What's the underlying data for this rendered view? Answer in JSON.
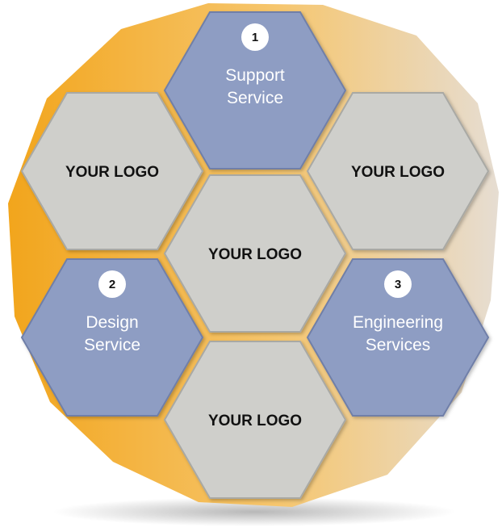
{
  "colors": {
    "outer_left": "#f2a51c",
    "outer_right": "#e6ddd2",
    "service_fill": "#8e9dc3",
    "service_stroke": "#6f7fa8",
    "logo_fill": "#cfcfcb",
    "logo_stroke": "#a9a9a4",
    "badge_fill": "#ffffff",
    "service_text": "#ffffff",
    "logo_text": "#111111"
  },
  "hexagons": [
    {
      "id": "support",
      "kind": "service",
      "number": "1",
      "lines": [
        "Support",
        "Service"
      ]
    },
    {
      "id": "logo-top-left",
      "kind": "logo",
      "label": "YOUR LOGO"
    },
    {
      "id": "logo-top-right",
      "kind": "logo",
      "label": "YOUR LOGO"
    },
    {
      "id": "logo-center",
      "kind": "logo",
      "label": "YOUR LOGO"
    },
    {
      "id": "design",
      "kind": "service",
      "number": "2",
      "lines": [
        "Design",
        "Service"
      ]
    },
    {
      "id": "engineering",
      "kind": "service",
      "number": "3",
      "lines": [
        "Engineering",
        "Services"
      ]
    },
    {
      "id": "logo-bottom",
      "kind": "logo",
      "label": "YOUR LOGO"
    }
  ]
}
